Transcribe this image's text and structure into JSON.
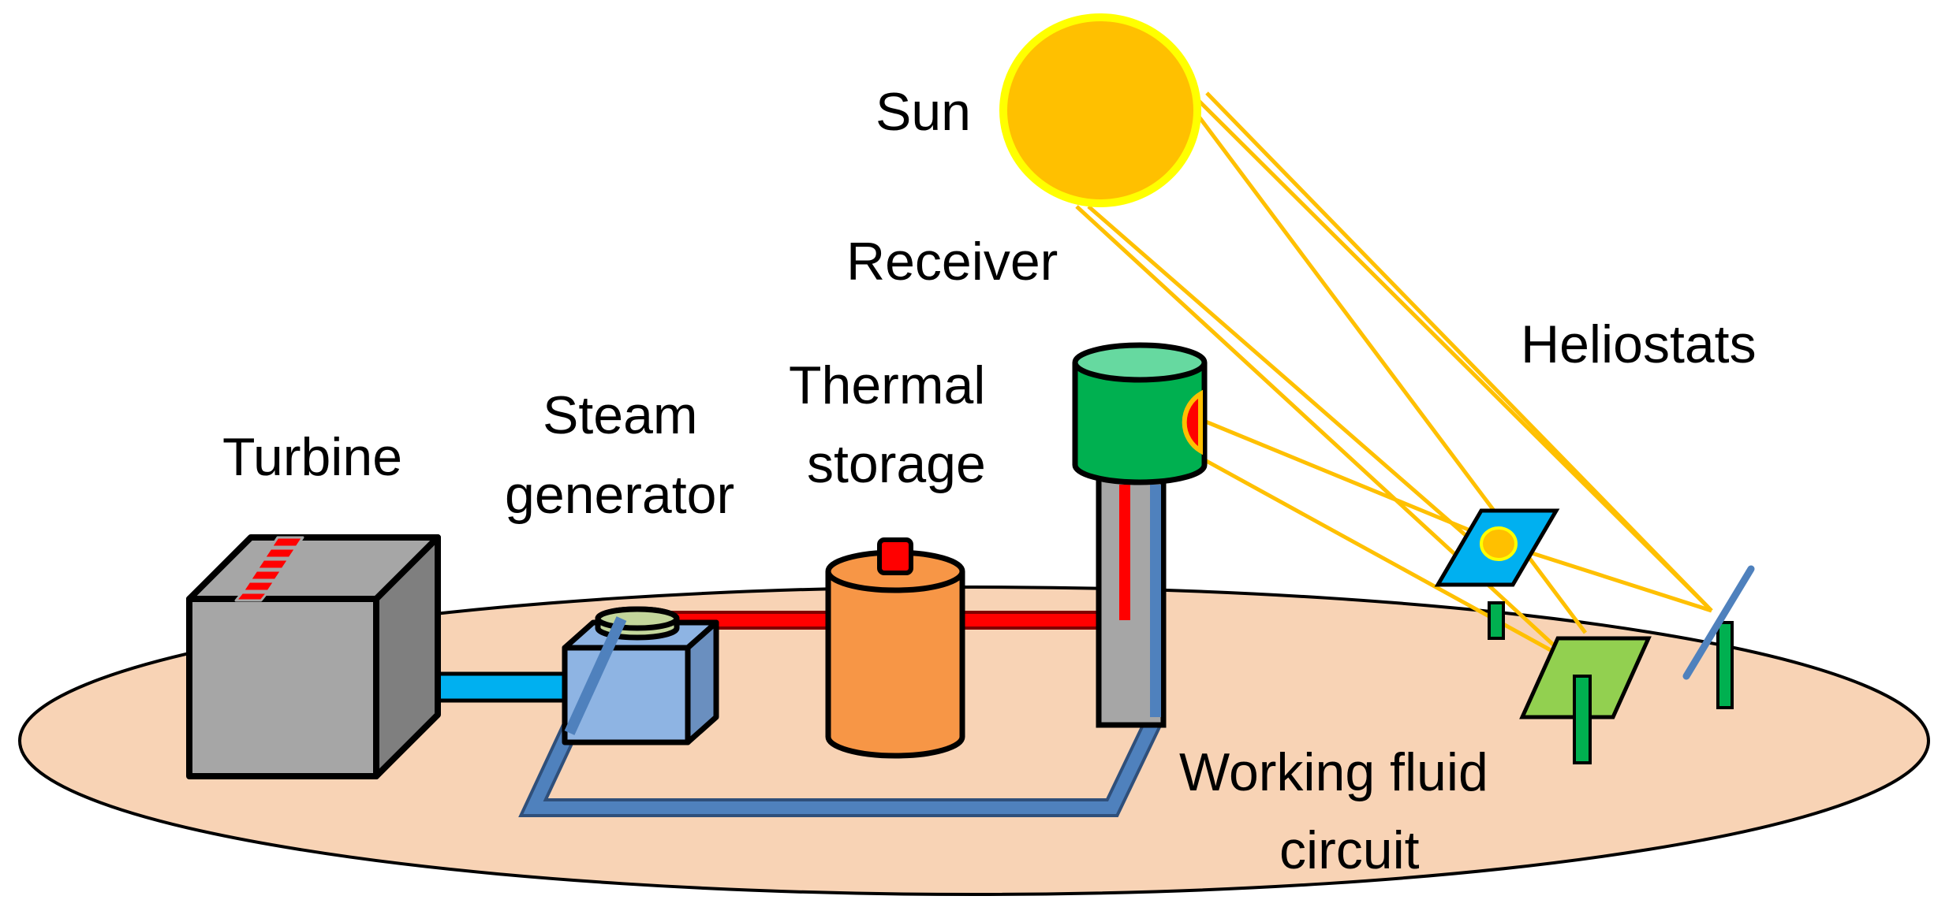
{
  "labels": {
    "sun": "Sun",
    "receiver": "Receiver",
    "heliostats": "Heliostats",
    "thermal_storage_line1": "Thermal",
    "thermal_storage_line2": "storage",
    "steam_generator_line1": "Steam",
    "steam_generator_line2": "generator",
    "turbine": "Turbine",
    "working_fluid_line1": "Working fluid",
    "working_fluid_line2": "circuit"
  },
  "colors": {
    "ground": "#f8d3b5",
    "sun": "#ffc000",
    "sun_rim": "#ffff00",
    "sun_rays": "#ffc000",
    "hot_fluid": "#ff0000",
    "cold_fluid": "#4f81bd",
    "turbine_link": "#00b0f0",
    "turbine_body": "#a6a6a6",
    "steam_generator_body": "#8eb4e3",
    "thermal_storage_body": "#f79646",
    "receiver_body": "#00b050",
    "heliostat_post": "#00b050",
    "heliostat_blue": "#00b0f0",
    "heliostat_green": "#92d050"
  }
}
